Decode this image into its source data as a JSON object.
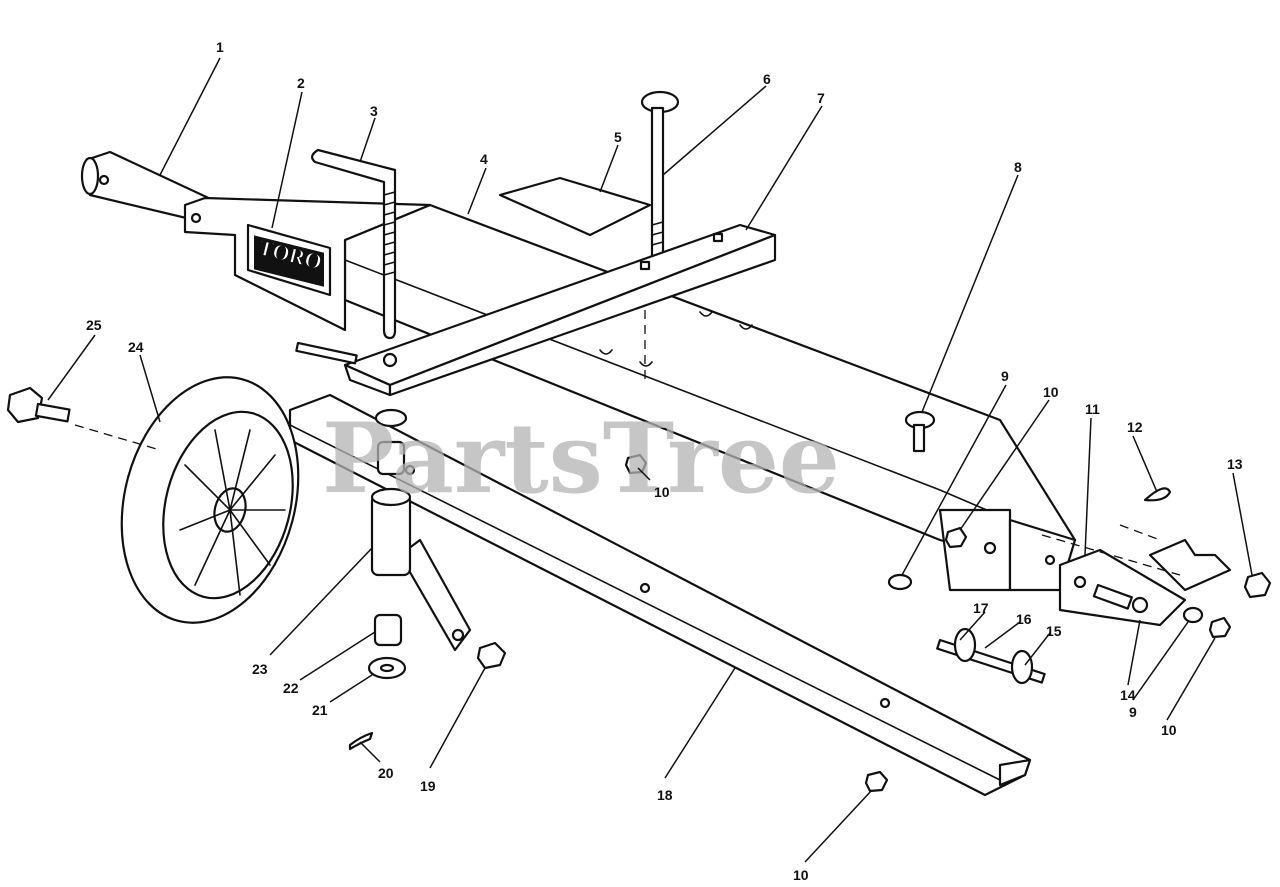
{
  "brand_logo": "TORO",
  "watermark": "PartsTree",
  "callouts": [
    {
      "label": "1"
    },
    {
      "label": "2"
    },
    {
      "label": "3"
    },
    {
      "label": "4"
    },
    {
      "label": "5"
    },
    {
      "label": "6"
    },
    {
      "label": "7"
    },
    {
      "label": "8"
    },
    {
      "label": "9"
    },
    {
      "label": "10"
    },
    {
      "label": "10"
    },
    {
      "label": "11"
    },
    {
      "label": "12"
    },
    {
      "label": "13"
    },
    {
      "label": "14"
    },
    {
      "label": "9"
    },
    {
      "label": "10"
    },
    {
      "label": "15"
    },
    {
      "label": "16"
    },
    {
      "label": "17"
    },
    {
      "label": "18"
    },
    {
      "label": "10"
    },
    {
      "label": "19"
    },
    {
      "label": "20"
    },
    {
      "label": "21"
    },
    {
      "label": "22"
    },
    {
      "label": "23"
    },
    {
      "label": "24"
    },
    {
      "label": "25"
    }
  ]
}
